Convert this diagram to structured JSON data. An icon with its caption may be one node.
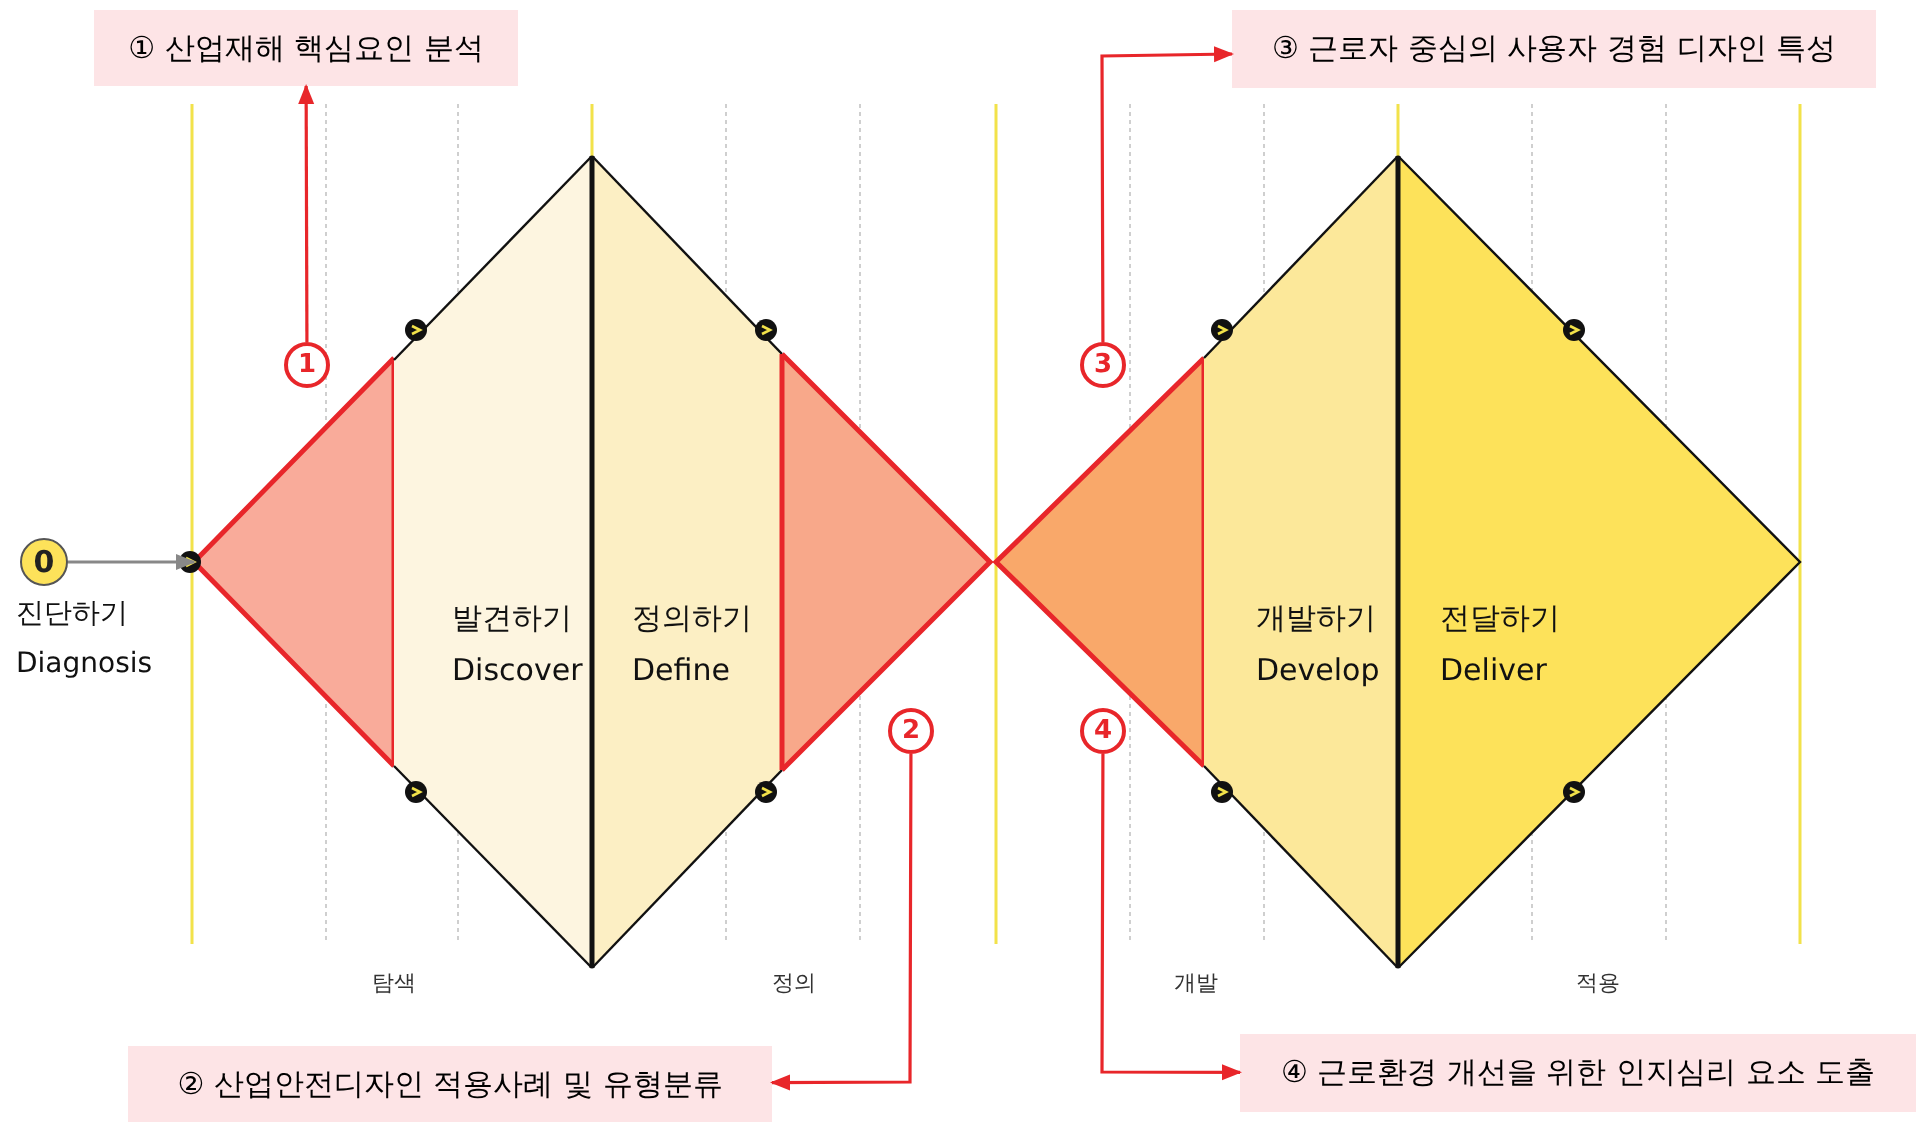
{
  "diagram": {
    "nodes": [
      {
        "text": [
          "① 산업재해 핵심요인 분석"
        ]
      },
      {
        "text": [
          "③ 근로자 중심의 사용자 경험 디자인 특성"
        ]
      },
      {
        "text": [
          "1"
        ]
      },
      {
        "text": [
          "3"
        ]
      },
      {
        "text": [
          "0"
        ],
        "beside": [
          "진단하기",
          "Diagnosis"
        ]
      },
      {
        "text": [],
        "shape": "triangle"
      },
      {
        "text": [
          "발견하기",
          "Discover"
        ]
      },
      {
        "text": [
          "정의하기",
          "Define"
        ]
      },
      {
        "text": [],
        "shape": "triangle"
      },
      {
        "text": [],
        "shape": "triangle"
      },
      {
        "text": [
          "개발하기",
          "Develop"
        ]
      },
      {
        "text": [
          "전달하기",
          "Deliver"
        ]
      },
      {
        "text": [
          "2"
        ]
      },
      {
        "text": [
          "4"
        ]
      },
      {
        "text": [
          "② 산업안전디자인 적용사례 및 유형분류"
        ]
      },
      {
        "text": [
          "④ 근로환경 개선을 위한 인지심리 요소 도출"
        ]
      }
    ],
    "edges": [
      {
        "from": 2,
        "to": 0,
        "arrow": "to"
      },
      {
        "from": 3,
        "to": 1,
        "arrow": "to"
      },
      {
        "from": 4,
        "to": 5,
        "arrow": "to",
        "color": "#888888"
      },
      {
        "from": 12,
        "to": 14,
        "arrow": "to"
      },
      {
        "from": 13,
        "to": 15,
        "arrow": "to"
      }
    ],
    "labels": [
      "탐색",
      "정의",
      "개발",
      "적용"
    ]
  }
}
